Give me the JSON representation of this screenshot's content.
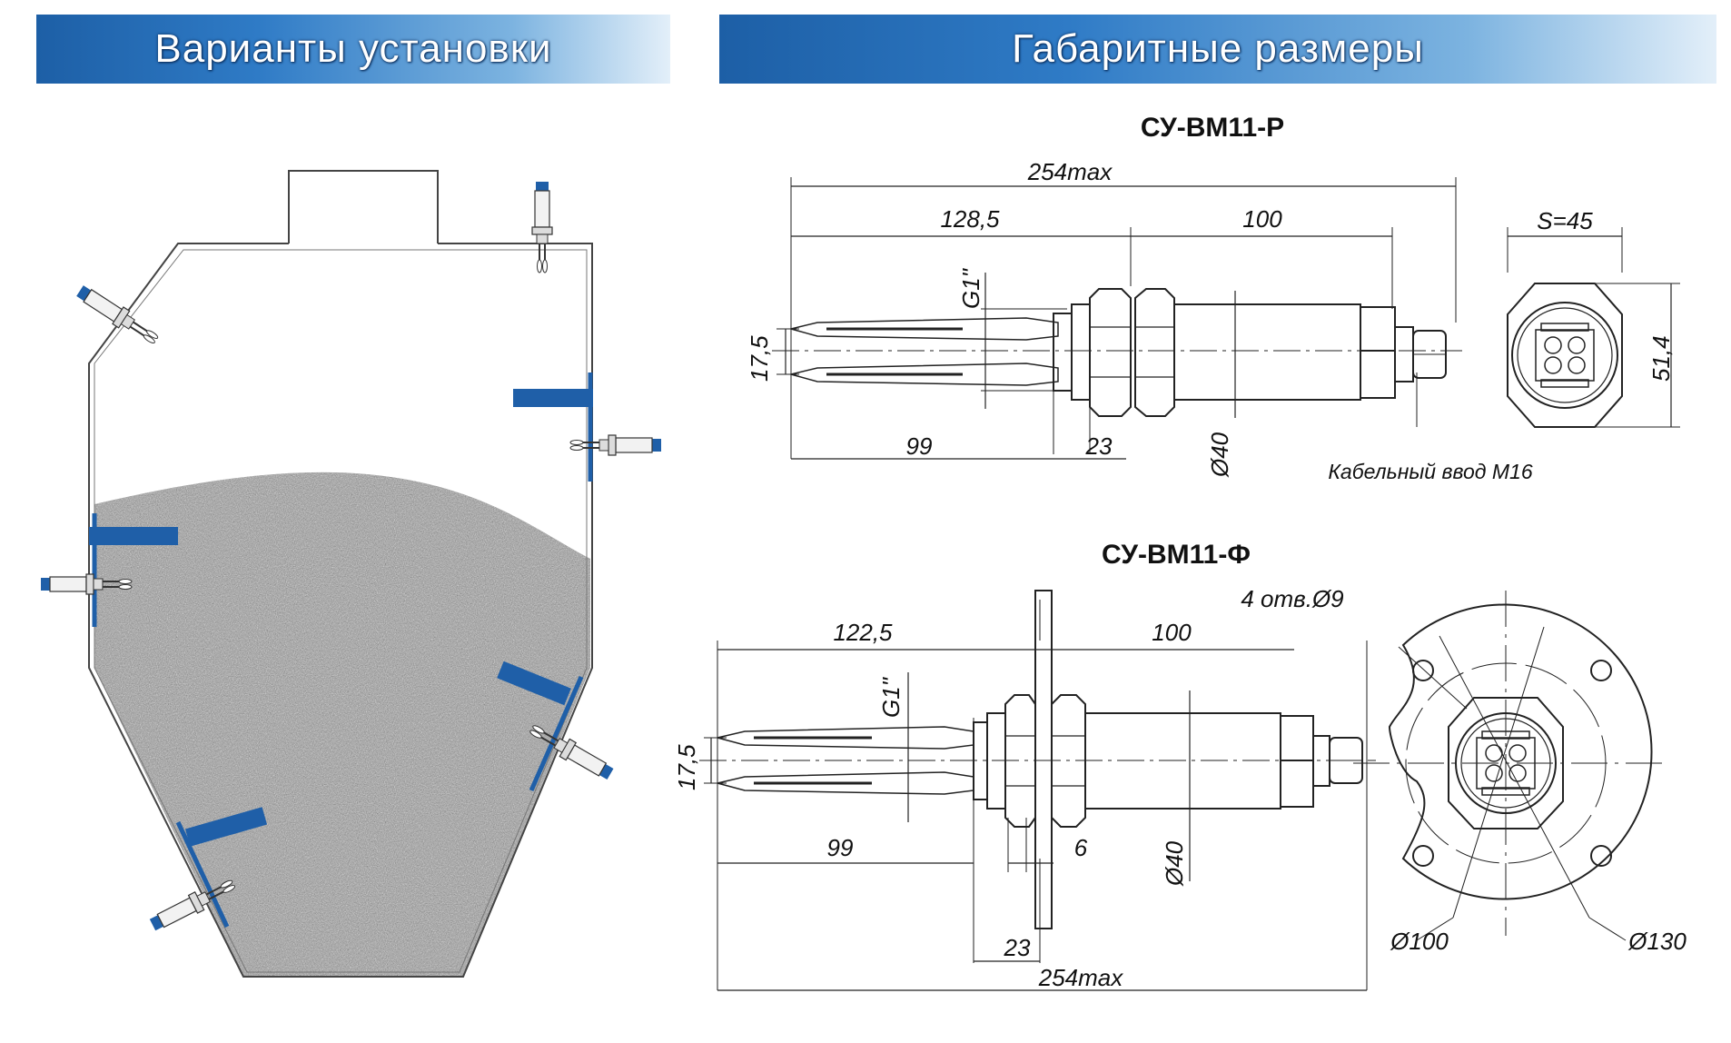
{
  "banners": {
    "left": "Варианты установки",
    "right": "Габаритные размеры"
  },
  "drawing_top": {
    "title": "СУ-ВМ11-Р",
    "dim_total": "254max",
    "dim_a": "128,5",
    "dim_b": "100",
    "dim_hex": "S=45",
    "dim_thread": "G1\"",
    "dim_fork_gap": "17,5",
    "dim_fork_len": "99",
    "dim_nut": "23",
    "dim_body_dia": "Ø40",
    "dim_height": "51,4",
    "cable_label": "Кабельный ввод М16"
  },
  "drawing_bottom": {
    "title": "СУ-ВМ11-Ф",
    "dim_a": "122,5",
    "dim_b": "100",
    "dim_holes": "4 отв.Ø9",
    "dim_thread": "G1\"",
    "dim_fork_gap": "17,5",
    "dim_fork_len": "99",
    "dim_flange": "6",
    "dim_body_dia": "Ø40",
    "dim_nut": "23",
    "dim_total": "254max",
    "dim_pcd": "Ø100",
    "dim_flange_dia": "Ø130"
  },
  "colors": {
    "accent_blue": "#1f5fa8",
    "banner_dark": "#1d5fa6",
    "material_gray": "#9a9a9a"
  }
}
